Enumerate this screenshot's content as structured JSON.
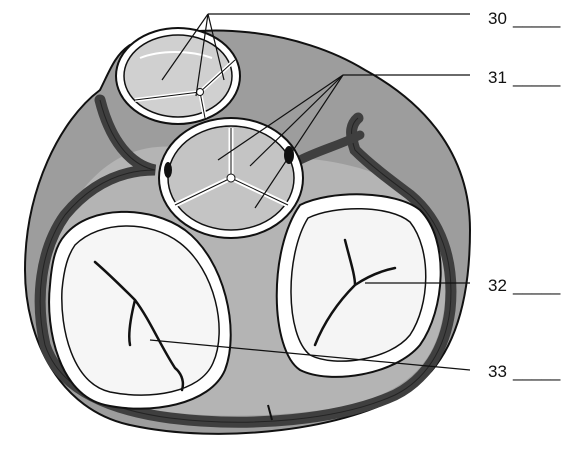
{
  "labels": [
    {
      "number": "30",
      "blank": "_____"
    },
    {
      "number": "31",
      "blank": "_____"
    },
    {
      "number": "32",
      "blank": "_____"
    },
    {
      "number": "33",
      "blank": "_____"
    }
  ],
  "colors": {
    "outer_tissue": "#9a9a9a",
    "outer_tissue_light": "#b3b3b3",
    "dark_band": "#4a4a4a",
    "light_inner": "#bdbdbd",
    "chamber_white": "#ffffff",
    "valve_gray": "#c9c9c9",
    "line": "#111111"
  }
}
